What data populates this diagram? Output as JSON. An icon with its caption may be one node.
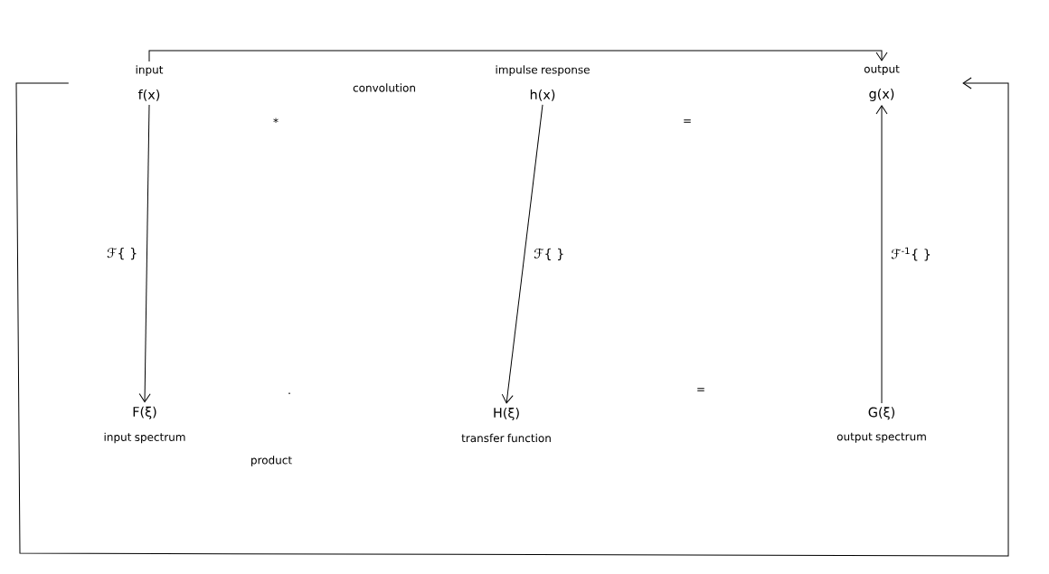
{
  "diagram": {
    "nodes": [
      {
        "text": [
          "input",
          "f(x)"
        ]
      },
      {
        "text": [
          "impulse response",
          "h(x)"
        ]
      },
      {
        "text": [
          "output",
          "g(x)"
        ]
      },
      {
        "text": [
          "F(ξ)",
          "input spectrum"
        ]
      },
      {
        "text": [
          "H(ξ)",
          "transfer function"
        ]
      },
      {
        "text": [
          "G(ξ)",
          "output spectrum"
        ]
      }
    ],
    "edges": [
      {
        "from": 0,
        "to": 3,
        "arrow": "to",
        "label": "ℱ{ }"
      },
      {
        "from": 1,
        "to": 4,
        "arrow": "to",
        "label": "ℱ{ }"
      },
      {
        "from": 5,
        "to": 2,
        "arrow": "to",
        "label": "ℱ$^{-1}${ }"
      },
      {
        "from": 0,
        "to": 2,
        "arrow": "to"
      },
      {
        "from": 0,
        "to": 2,
        "arrow": "to"
      }
    ],
    "labels": [
      "convolution",
      "*",
      "=",
      "·",
      "=",
      "product"
    ]
  }
}
